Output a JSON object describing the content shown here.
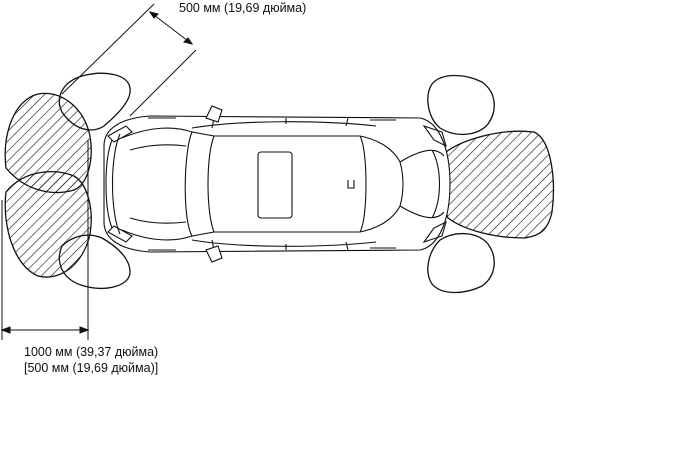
{
  "labels": {
    "side_distance": "500 мм (19,69 дюйма)",
    "front_distance": "1000 мм (39,37 дюйма)",
    "front_distance_alt": "[500 мм (19,69 дюйма)]"
  },
  "colors": {
    "line": "#111111",
    "background": "#ffffff"
  }
}
